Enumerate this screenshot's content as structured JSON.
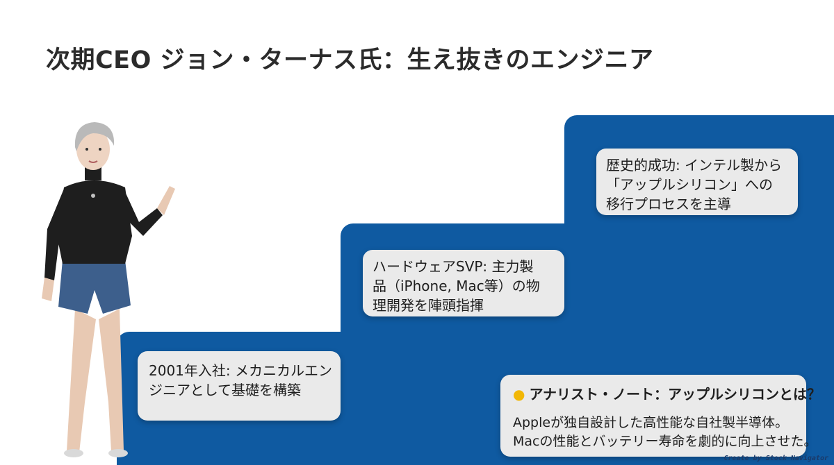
{
  "title": "次期CEO ジョン・ターナス氏：生え抜きのエンジニア",
  "steps": [
    {
      "lines": [
        "2001年入社: メカニカルエン",
        "ジニアとして基礎を構築"
      ]
    },
    {
      "lines": [
        "ハードウェアSVP: 主力製",
        "品（iPhone, Mac等）の物",
        "理開発を陣頭指揮"
      ]
    },
    {
      "lines": [
        "歴史的成功: インテル製から",
        "「アップルシリコン」への",
        "移行プロセスを主導"
      ]
    }
  ],
  "note": {
    "icon": "lightbulb-icon",
    "heading": "アナリスト・ノート：アップルシリコンとは？",
    "lines": [
      "Appleが独自設計した高性能な自社製半導体。",
      "Macの性能とバッテリー寿命を劇的に向上させた。"
    ]
  },
  "watermark": "Create by Stock Navigator",
  "colors": {
    "step_blue": "#0f5aa1",
    "card_bg": "#eaeaea",
    "title": "#2b2b2b"
  }
}
